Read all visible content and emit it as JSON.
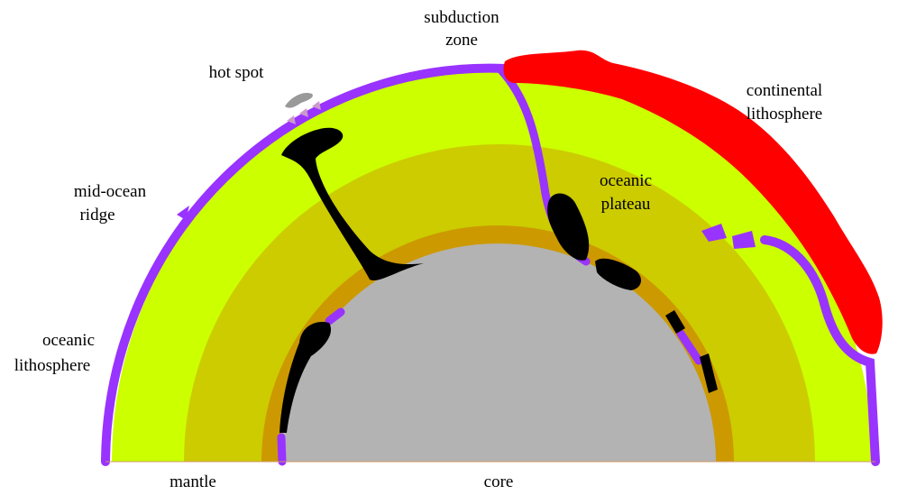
{
  "labels": {
    "subduction_zone_line1": "subduction",
    "subduction_zone_line2": "zone",
    "hot_spot": "hot spot",
    "continental_lithosphere_line1": "continental",
    "continental_lithosphere_line2": "lithosphere",
    "mid_ocean_ridge_line1": "mid-ocean",
    "mid_ocean_ridge_line2": "ridge",
    "oceanic_plateau_line1": "oceanic",
    "oceanic_plateau_line2": "plateau",
    "oceanic_lithosphere_line1": "oceanic",
    "oceanic_lithosphere_line2": "lithosphere",
    "mantle": "mantle",
    "core": "core"
  },
  "colors": {
    "upper_mantle": "#ccff00",
    "lower_mantle": "#cccc00",
    "d_double_prime": "#cc9900",
    "core": "#b3b3b3",
    "oceanic_lithosphere": "#9933ff",
    "continental_lithosphere": "#ff0000",
    "plume_and_slab_material": "#000000",
    "hot_spot_volcano": "#999999",
    "hot_spot_markers": "#cc99cc"
  }
}
